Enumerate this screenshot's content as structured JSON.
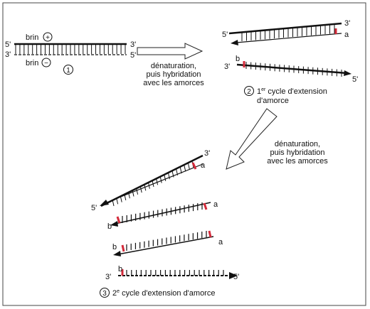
{
  "step1": {
    "number": "1",
    "top_end_left": "5'",
    "top_end_right": "3'",
    "bottom_end_left": "3'",
    "bottom_end_right": "5'",
    "strand_plus": "brin",
    "strand_minus": "brin",
    "plus_sign": "+",
    "minus_sign": "−"
  },
  "arrow1_text": [
    "dénaturation,",
    "puis hybridation",
    "avec les amorces"
  ],
  "step2": {
    "number": "2",
    "caption_prefix": "1",
    "caption_sup": "er",
    "caption_line1_rest": " cycle d'extension",
    "caption_line2": "d'amorce",
    "top_end_left": "5'",
    "top_end_right": "3'",
    "top_primer": "a",
    "bottom_end_left": "3'",
    "bottom_end_right": "5'",
    "bottom_primer": "b"
  },
  "arrow2_text": [
    "dénaturation,",
    "puis hybridation",
    "avec les amorces"
  ],
  "step3": {
    "number": "3",
    "caption_prefix": "2",
    "caption_sup": "e",
    "caption_rest": " cycle d'extension d'amorce",
    "s1_end_left": "5'",
    "s1_end_right": "3'",
    "s1_primer": "a",
    "s2_primer_left": "b",
    "s2_primer_right": "a",
    "s3_primer_left": "b",
    "s3_primer_right": "a",
    "s4_end_left": "3'",
    "s4_end_right": "5'",
    "s4_primer": "b"
  },
  "colors": {
    "primer": "#d42a3a",
    "strand": "#111111"
  }
}
